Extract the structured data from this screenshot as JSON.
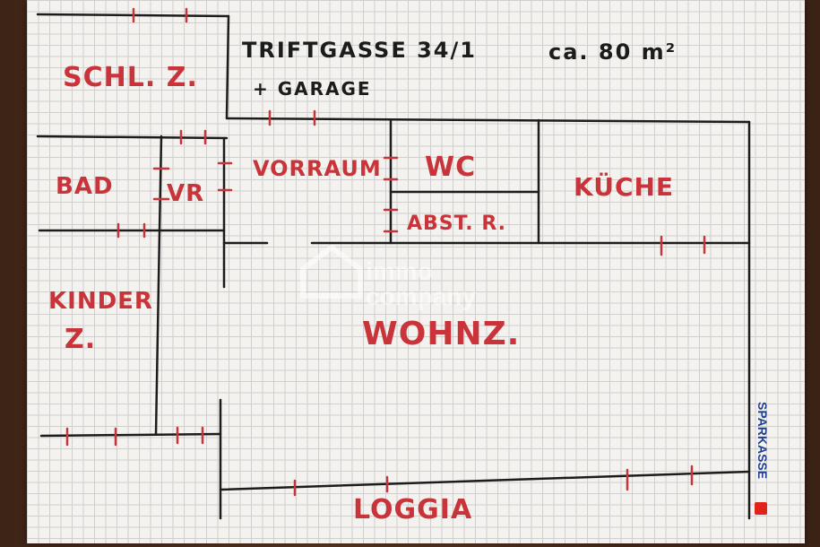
{
  "header": {
    "address": "TRIFTGASSE 34/1",
    "area": "ca. 80 m²",
    "extra": "+ GARAGE"
  },
  "rooms": {
    "schlafzimmer": "SCHL. Z.",
    "bad": "BAD",
    "vr": "VR",
    "vorraum": "VORRAUM",
    "wc": "WC",
    "abstellraum": "ABST. R.",
    "kueche": "KÜCHE",
    "kinderzimmer_line1": "KINDER",
    "kinderzimmer_line2": "Z.",
    "wohnzimmer": "WOHNZ.",
    "loggia": "LOGGIA"
  },
  "watermark": {
    "line1": "immo",
    "line2": "company"
  },
  "brand": {
    "text": "SPARKASSE"
  },
  "colors": {
    "ink_red": "#c8343a",
    "ink_black": "#1c1c1c",
    "paper": "#f3f2ee",
    "grid": "#cfcfcf"
  }
}
